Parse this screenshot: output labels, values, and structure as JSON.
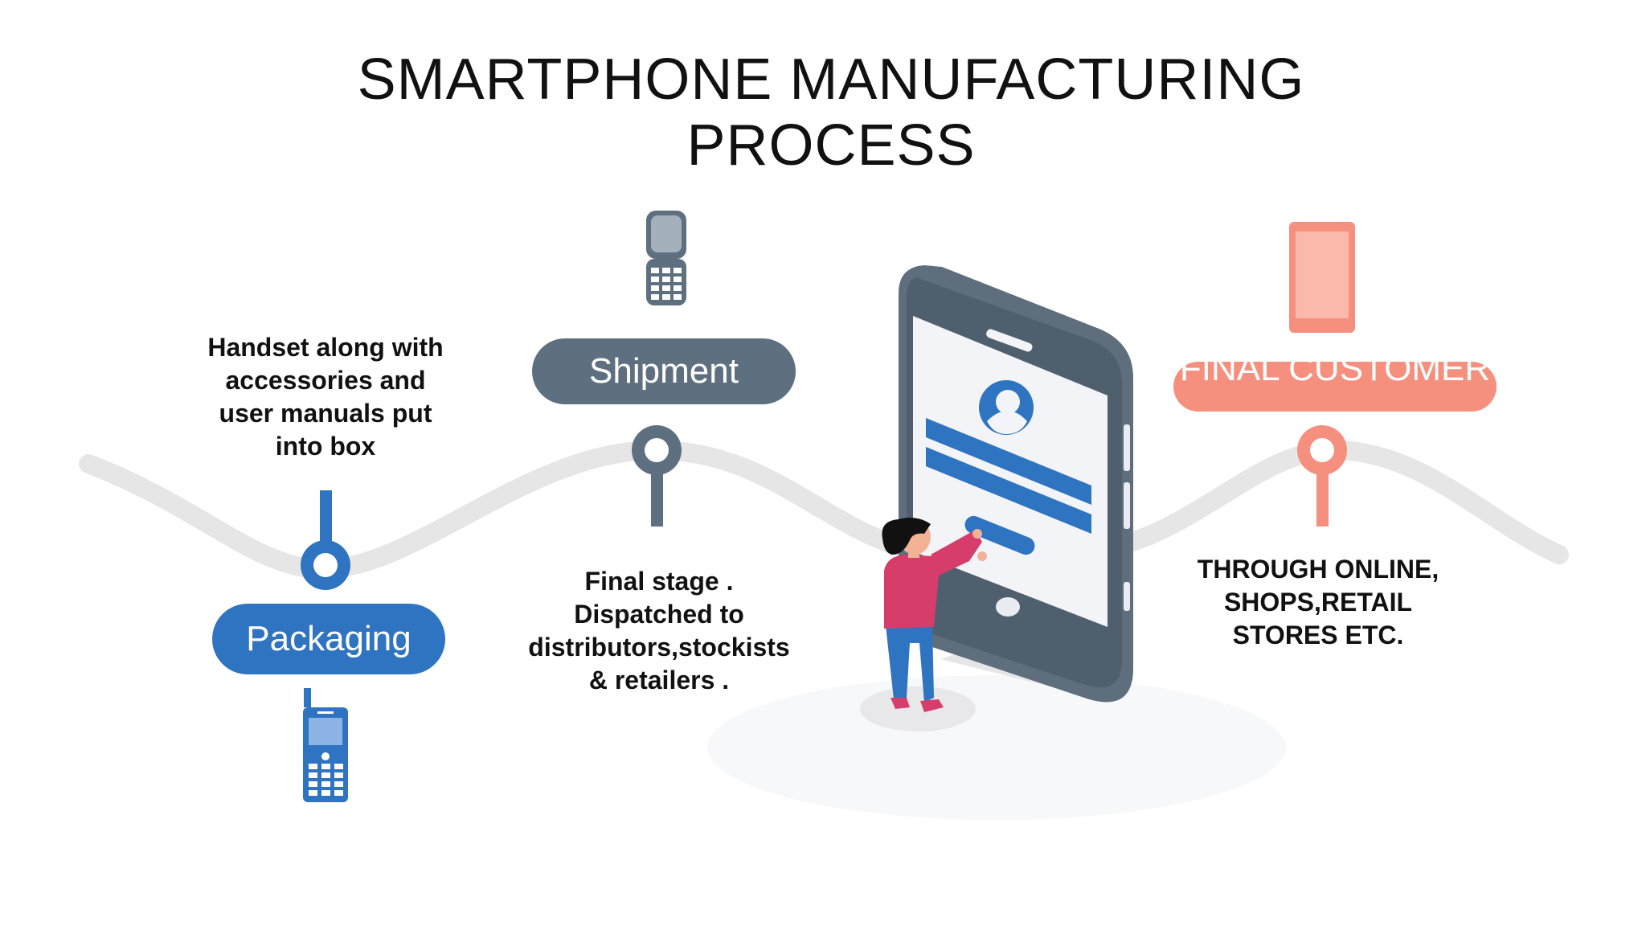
{
  "title": {
    "line1": "SMARTPHONE MANUFACTURING",
    "line2": "PROCESS"
  },
  "stages": [
    {
      "label": "Packaging",
      "description": "Handset along with\naccessories and\nuser manuals  put\ninto box",
      "color": "#2f74c0",
      "icon": "feature-phone-icon"
    },
    {
      "label": "Shipment",
      "description": "Final stage .\nDispatched to\ndistributors,stockists\n& retailers .",
      "color": "#5e7080",
      "icon": "flip-phone-icon"
    },
    {
      "label": "FINAL CUSTOMER",
      "description": "THROUGH ONLINE,\nSHOPS,RETAIL\nSTORES ETC.",
      "color": "#f6907e",
      "icon": "smartphone-icon"
    }
  ],
  "colors": {
    "path": "#e6e6e6",
    "phone_body": "#5e6e7d",
    "screen": "#f2f4f8",
    "accent_blue": "#2f74c0",
    "person_shirt": "#d63d6b"
  }
}
